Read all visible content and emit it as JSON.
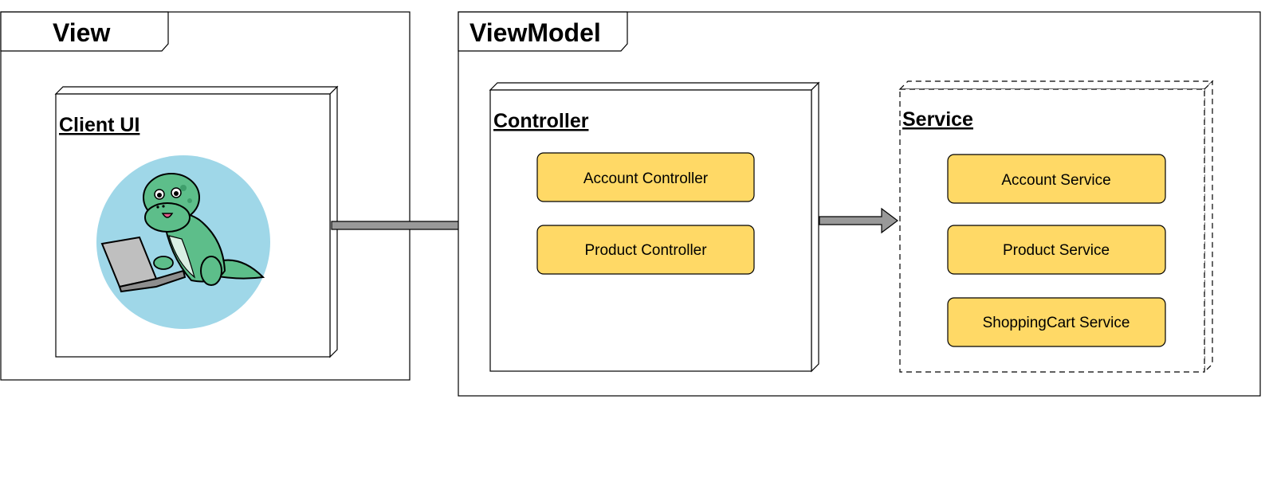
{
  "packages": {
    "view": {
      "title": "View"
    },
    "viewmodel": {
      "title": "ViewModel"
    }
  },
  "nodes": {
    "client_ui": {
      "title": "Client UI",
      "illustration": "dinosaur-laptop-icon"
    },
    "controller": {
      "title": "Controller"
    },
    "service": {
      "title": "Service"
    }
  },
  "controllers": [
    {
      "label": "Account Controller"
    },
    {
      "label": "Product Controller"
    }
  ],
  "services": [
    {
      "label": "Account Service"
    },
    {
      "label": "Product Service"
    },
    {
      "label": "ShoppingCart Service"
    }
  ],
  "colors": {
    "component_fill": "#FFD966",
    "arrow_fill": "#999999",
    "circle_fill": "#9FD7E8",
    "dino_green": "#5DBE8A"
  }
}
